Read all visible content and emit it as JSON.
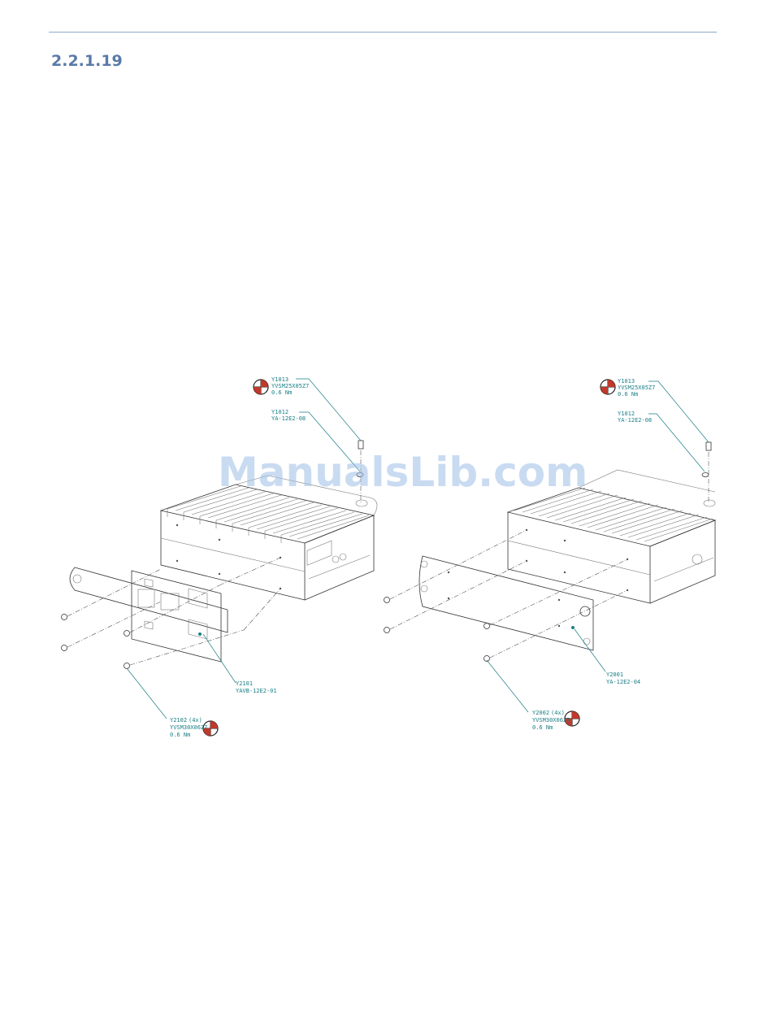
{
  "section_number": "2.2.1.19",
  "watermark": "ManualsLib.com",
  "left_figure": {
    "screw_top": {
      "part": "Y1013",
      "code": "YVSM25X05Z7",
      "torque": "0.6 Nm"
    },
    "washer_top": {
      "part": "Y1012",
      "code": "YA-12E2-08"
    },
    "bracket": {
      "part": "Y2101",
      "code": "YAVB-12E2-01"
    },
    "screws_bottom": {
      "part": "Y2102",
      "qty": "(4x)",
      "code": "YVSM30X06Z7",
      "torque": "0.6 Nm"
    }
  },
  "right_figure": {
    "screw_top": {
      "part": "Y1013",
      "code": "YVSM25X05Z7",
      "torque": "0.6 Nm"
    },
    "washer_top": {
      "part": "Y1012",
      "code": "YA-12E2-08"
    },
    "bracket": {
      "part": "Y2001",
      "code": "YA-12E2-04"
    },
    "screws_bottom": {
      "part": "Y2002",
      "qty": "(4x)",
      "code": "YVSM30X06Z7",
      "torque": "0.6 Nm"
    }
  }
}
